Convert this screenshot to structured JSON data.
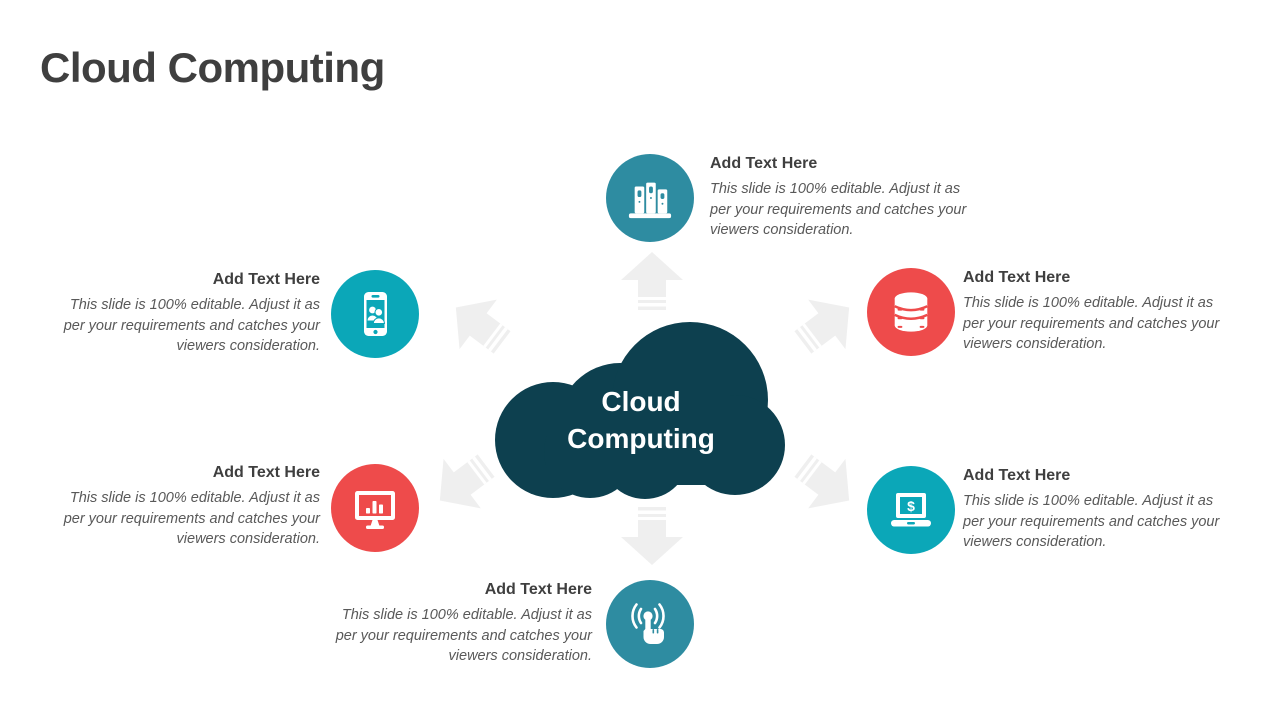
{
  "slide": {
    "title": "Cloud Computing",
    "cloud": {
      "line1": "Cloud",
      "line2": "Computing"
    },
    "colors": {
      "cloud": "#0D404F",
      "teal_dark": "#2E8CA1",
      "teal_bright": "#0BA7B8",
      "red": "#EE4B4B",
      "arrow": "#EFEFEF",
      "title_text": "#3F3F3F",
      "heading_text": "#3F3F3F",
      "body_text": "#595959"
    },
    "items": [
      {
        "position": "top",
        "icon": "archive-binders-icon",
        "circle_color": "#2E8CA1",
        "heading": "Add Text Here",
        "body": "This slide is 100% editable. Adjust it as per your requirements and catches your viewers consideration."
      },
      {
        "position": "top-right",
        "icon": "database-icon",
        "circle_color": "#EE4B4B",
        "heading": "Add Text Here",
        "body": "This slide is 100% editable. Adjust it as per your requirements and catches your viewers consideration."
      },
      {
        "position": "bottom-right",
        "icon": "laptop-dollar-icon",
        "circle_color": "#0BA7B8",
        "heading": "Add Text Here",
        "body": "This slide is 100% editable. Adjust it as per your requirements and catches your viewers consideration."
      },
      {
        "position": "bottom",
        "icon": "touch-gesture-icon",
        "circle_color": "#2E8CA1",
        "heading": "Add Text Here",
        "body": "This slide is 100% editable. Adjust it as per your requirements and catches your viewers consideration."
      },
      {
        "position": "bottom-left",
        "icon": "monitor-chart-icon",
        "circle_color": "#EE4B4B",
        "heading": "Add Text Here",
        "body": "This slide is 100% editable. Adjust it as per your requirements and catches your viewers consideration."
      },
      {
        "position": "top-left",
        "icon": "smartphone-users-icon",
        "circle_color": "#0BA7B8",
        "heading": "Add Text Here",
        "body": "This slide is 100% editable. Adjust it as per your requirements and catches your viewers consideration."
      }
    ]
  }
}
